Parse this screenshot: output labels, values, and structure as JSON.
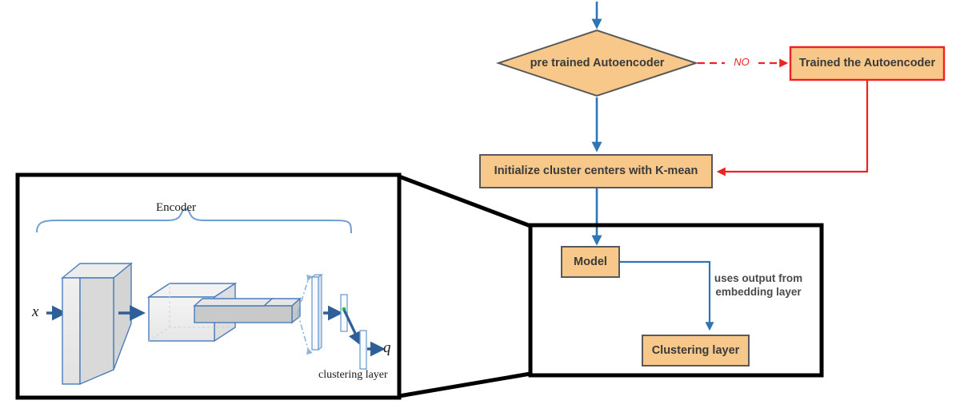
{
  "figure": {
    "type": "flowchart-with-architecture-inset",
    "colors": {
      "node_fill": "#f7c88a",
      "node_border_gray": "#595959",
      "node_border_red": "#ee2222",
      "arrow_blue": "#2e75b6",
      "arrow_red": "#ee2222",
      "panel_border": "#000000",
      "brace_blue": "#6f9fd0",
      "net_outline": "#4a7ebb",
      "net_fill_light": "#eaeaea",
      "net_fill_mid": "#cccccc",
      "embedding_dot_green": "#22cc22",
      "text_dark": "#3a3a3a"
    }
  },
  "flowchart": {
    "decision": {
      "label": "pre trained Autoencoder",
      "shape": "diamond"
    },
    "trained_box": {
      "label": "Trained the Autoencoder",
      "shape": "rectangle",
      "border": "red"
    },
    "init_box": {
      "label": "Initialize cluster centers with K-mean",
      "shape": "rectangle",
      "border": "gray"
    },
    "edges": {
      "no_label": "NO"
    }
  },
  "detail_panel": {
    "model_box": {
      "label": "Model"
    },
    "clustering_box": {
      "label": "Clustering layer"
    },
    "edge_note": "uses output from\nembedding layer"
  },
  "autoencoder_panel": {
    "encoder_label": "Encoder",
    "input_label": "x",
    "output_label": "q",
    "clustering_layer_label": "clustering layer",
    "icons": {
      "input_arrow": "arrow-right-icon",
      "output_arrow": "arrow-right-icon",
      "brace": "curly-brace-icon",
      "embedding_node": "green-dot-icon"
    }
  }
}
